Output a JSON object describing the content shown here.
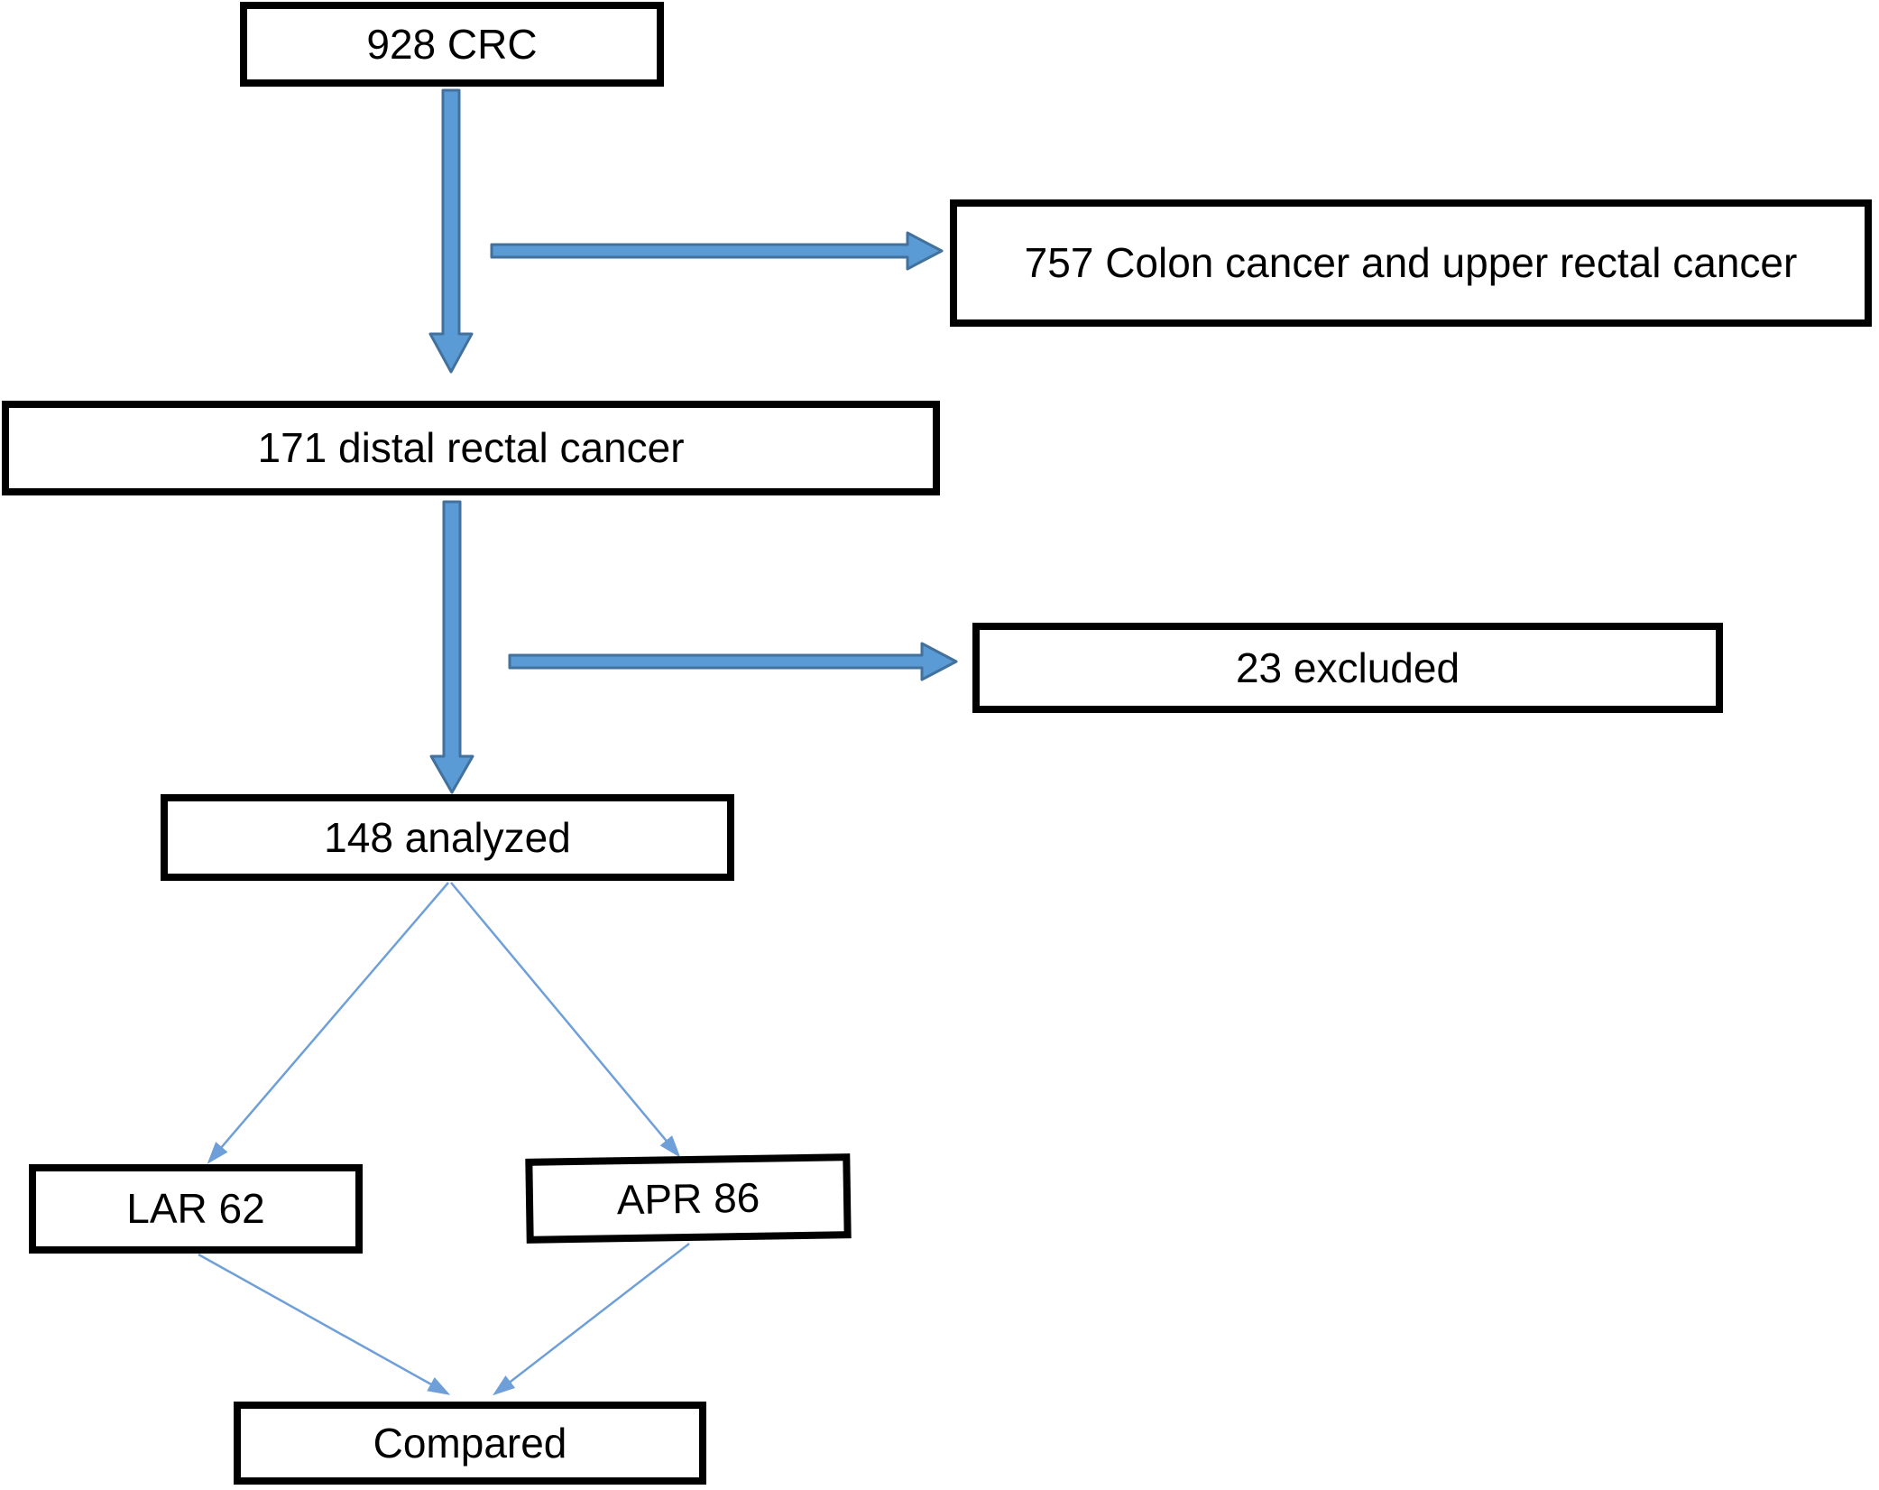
{
  "figure": {
    "boxes": {
      "crc": "928 CRC",
      "colon_upper": "757 Colon cancer and upper rectal cancer",
      "distal": "171 distal rectal cancer",
      "excluded": "23 excluded",
      "analyzed": "148 analyzed",
      "lar": "LAR 62",
      "apr": "APR 86",
      "compared": "Compared"
    },
    "colors": {
      "background": "#ffffff",
      "box_fill": "#ffffff",
      "box_border": "#000000",
      "text": "#000000",
      "arrow_fill": "#5b9bd5",
      "arrow_stroke": "#41719c",
      "thin_arrow": "#6f9fd8"
    }
  }
}
